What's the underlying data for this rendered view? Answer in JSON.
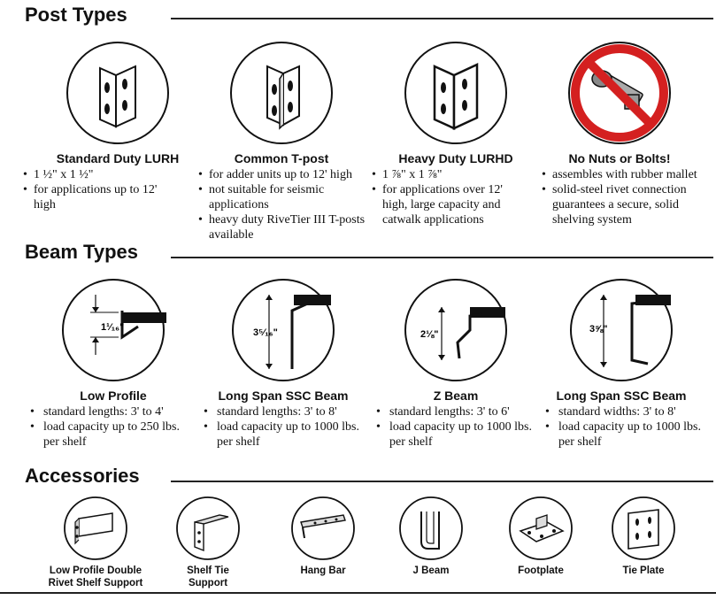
{
  "sections": {
    "post_types": "Post Types",
    "beam_types": "Beam Types",
    "accessories": "Accessories"
  },
  "posts": [
    {
      "title": "Standard Duty LURH",
      "icon": "angle-post-icon",
      "bullets": [
        "1 ½\" x 1 ½\"",
        "for applications up to 12' high"
      ]
    },
    {
      "title": "Common T-post",
      "icon": "t-post-icon",
      "bullets": [
        "for adder units up to 12' high",
        "not suitable for seismic applications",
        "heavy duty RiveTier III T-posts available"
      ]
    },
    {
      "title": "Heavy Duty LURHD",
      "icon": "heavy-angle-post-icon",
      "bullets": [
        "1 ⅞\" x 1 ⅞\"",
        "for applications over 12' high, large capacity and catwalk applications"
      ]
    },
    {
      "title": "No Nuts or Bolts!",
      "icon": "no-nuts-bolts-icon",
      "bullets": [
        "assembles with rubber mallet",
        "solid-steel rivet connection guarantees a secure, solid shelving system"
      ]
    }
  ],
  "beams": [
    {
      "title": "Low Profile",
      "icon": "low-profile-beam-icon",
      "dimension": "1¹⁄₁₆\"",
      "bullets": [
        "standard lengths: 3' to 4'",
        "load capacity up to 250 lbs. per shelf"
      ]
    },
    {
      "title": "Long Span SSC Beam",
      "icon": "ssc-beam-icon",
      "dimension": "3⁵⁄₁₆\"",
      "bullets": [
        "standard lengths: 3' to 8'",
        "load capacity up to 1000 lbs. per shelf"
      ]
    },
    {
      "title": "Z Beam",
      "icon": "z-beam-icon",
      "dimension": "2⅛\"",
      "bullets": [
        "standard lengths: 3' to 6'",
        "load capacity up to 1000 lbs. per shelf"
      ]
    },
    {
      "title": "Long Span SSC Beam",
      "icon": "ssc-beam-tall-icon",
      "dimension": "3⅝\"",
      "bullets": [
        "standard widths: 3' to 8'",
        "load capacity up to 1000 lbs. per shelf"
      ]
    }
  ],
  "accessories": [
    {
      "line1": "Low Profile Double",
      "line2": "Rivet Shelf Support",
      "icon": "shelf-support-icon"
    },
    {
      "line1": "Shelf Tie",
      "line2": "Support",
      "icon": "shelf-tie-icon"
    },
    {
      "line1": "Hang Bar",
      "line2": "",
      "icon": "hang-bar-icon"
    },
    {
      "line1": "J Beam",
      "line2": "",
      "icon": "j-beam-icon"
    },
    {
      "line1": "Footplate",
      "line2": "",
      "icon": "footplate-icon"
    },
    {
      "line1": "Tie Plate",
      "line2": "",
      "icon": "tie-plate-icon"
    }
  ]
}
